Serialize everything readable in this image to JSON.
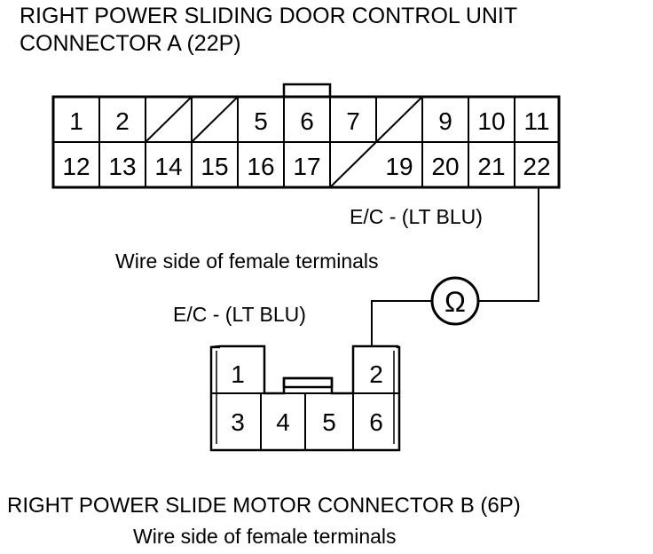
{
  "connector_a": {
    "title_line1": "RIGHT POWER SLIDING DOOR CONTROL UNIT",
    "title_line2": "CONNECTOR A (22P)",
    "side_note": "Wire side of female terminals",
    "wire_label": "E/C -  (LT BLU)",
    "top_row": [
      "1",
      "2",
      "",
      "",
      "5",
      "6",
      "7",
      "",
      "9",
      "10",
      "11"
    ],
    "bottom_row": [
      "12",
      "13",
      "14",
      "15",
      "16",
      "17",
      "",
      "",
      "19",
      "20",
      "21",
      "22"
    ]
  },
  "connector_b": {
    "title": "RIGHT POWER SLIDE MOTOR CONNECTOR B (6P)",
    "side_note": "Wire side of female terminals",
    "wire_label": "E/C -  (LT BLU)",
    "pins": [
      "1",
      "2",
      "3",
      "4",
      "5",
      "6"
    ]
  },
  "meter": {
    "symbol": "Ω",
    "icon": "ohmmeter-icon"
  }
}
